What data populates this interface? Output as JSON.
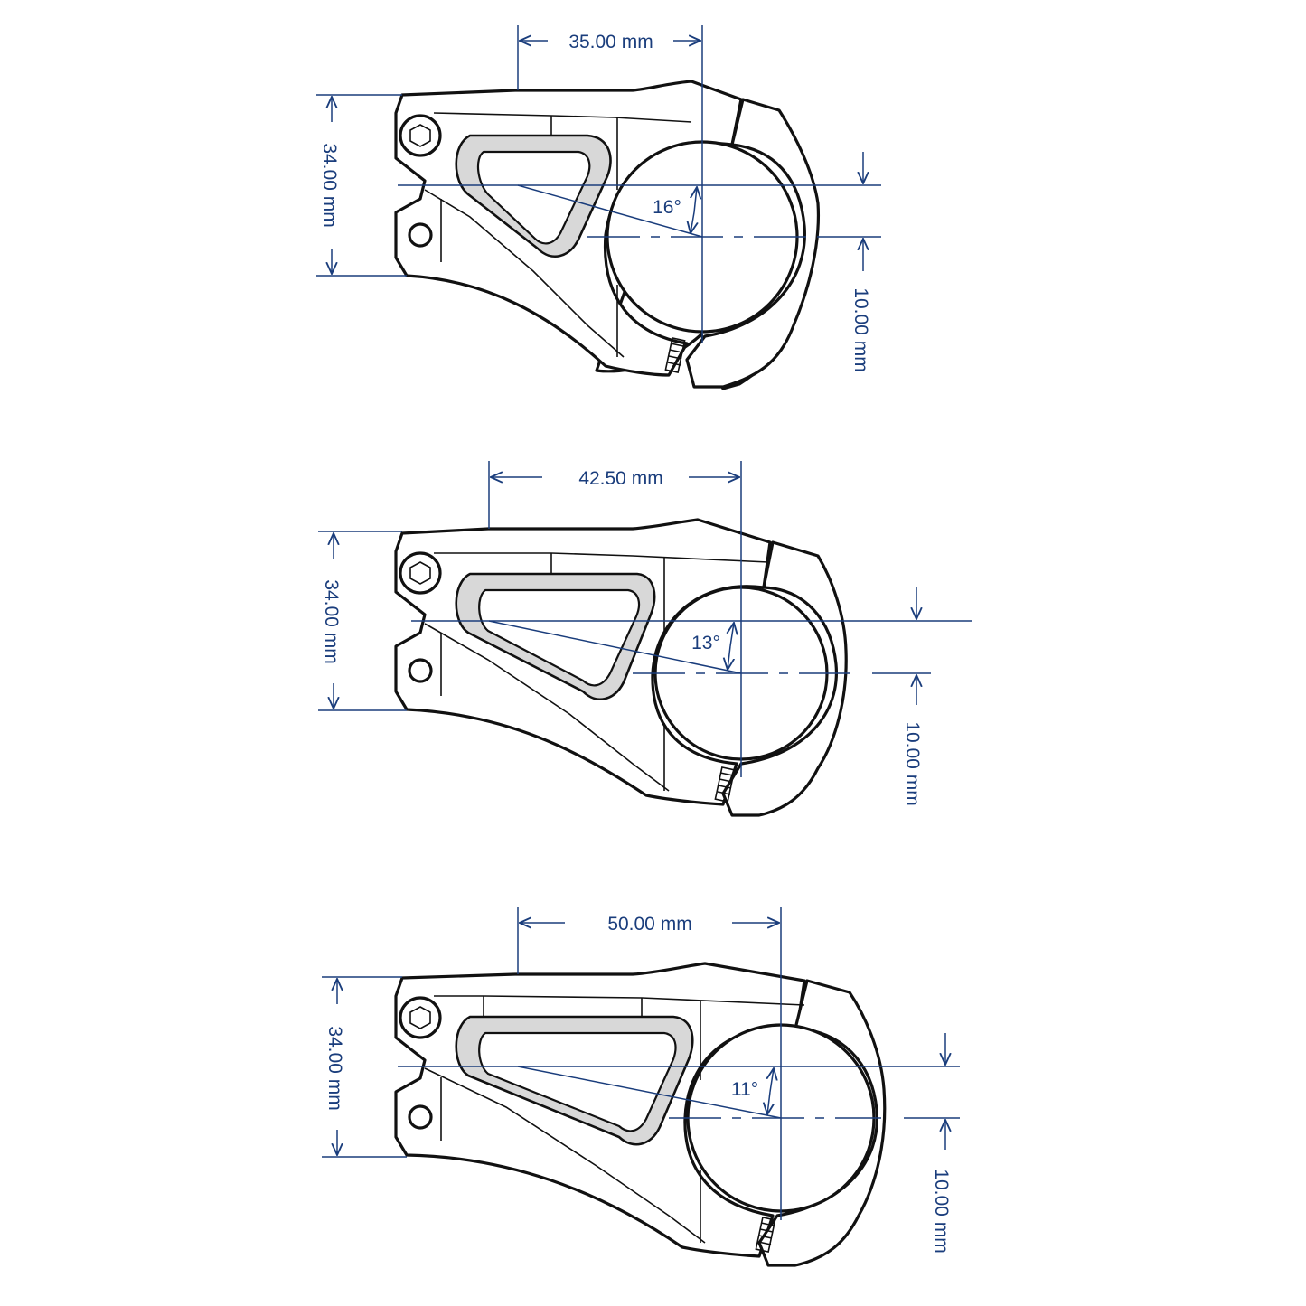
{
  "colors": {
    "dimension": "#1a3d7c",
    "outline": "#111111",
    "shade": "#d8d8d8",
    "background": "#ffffff"
  },
  "views": [
    {
      "id": "35",
      "reach_label": "35.00 mm",
      "height_label": "34.00 mm",
      "rise_label": "10.00 mm",
      "angle_label": "16°"
    },
    {
      "id": "42",
      "reach_label": "42.50 mm",
      "height_label": "34.00 mm",
      "rise_label": "10.00 mm",
      "angle_label": "13°"
    },
    {
      "id": "50",
      "reach_label": "50.00 mm",
      "height_label": "34.00 mm",
      "rise_label": "10.00 mm",
      "angle_label": "11°"
    }
  ]
}
